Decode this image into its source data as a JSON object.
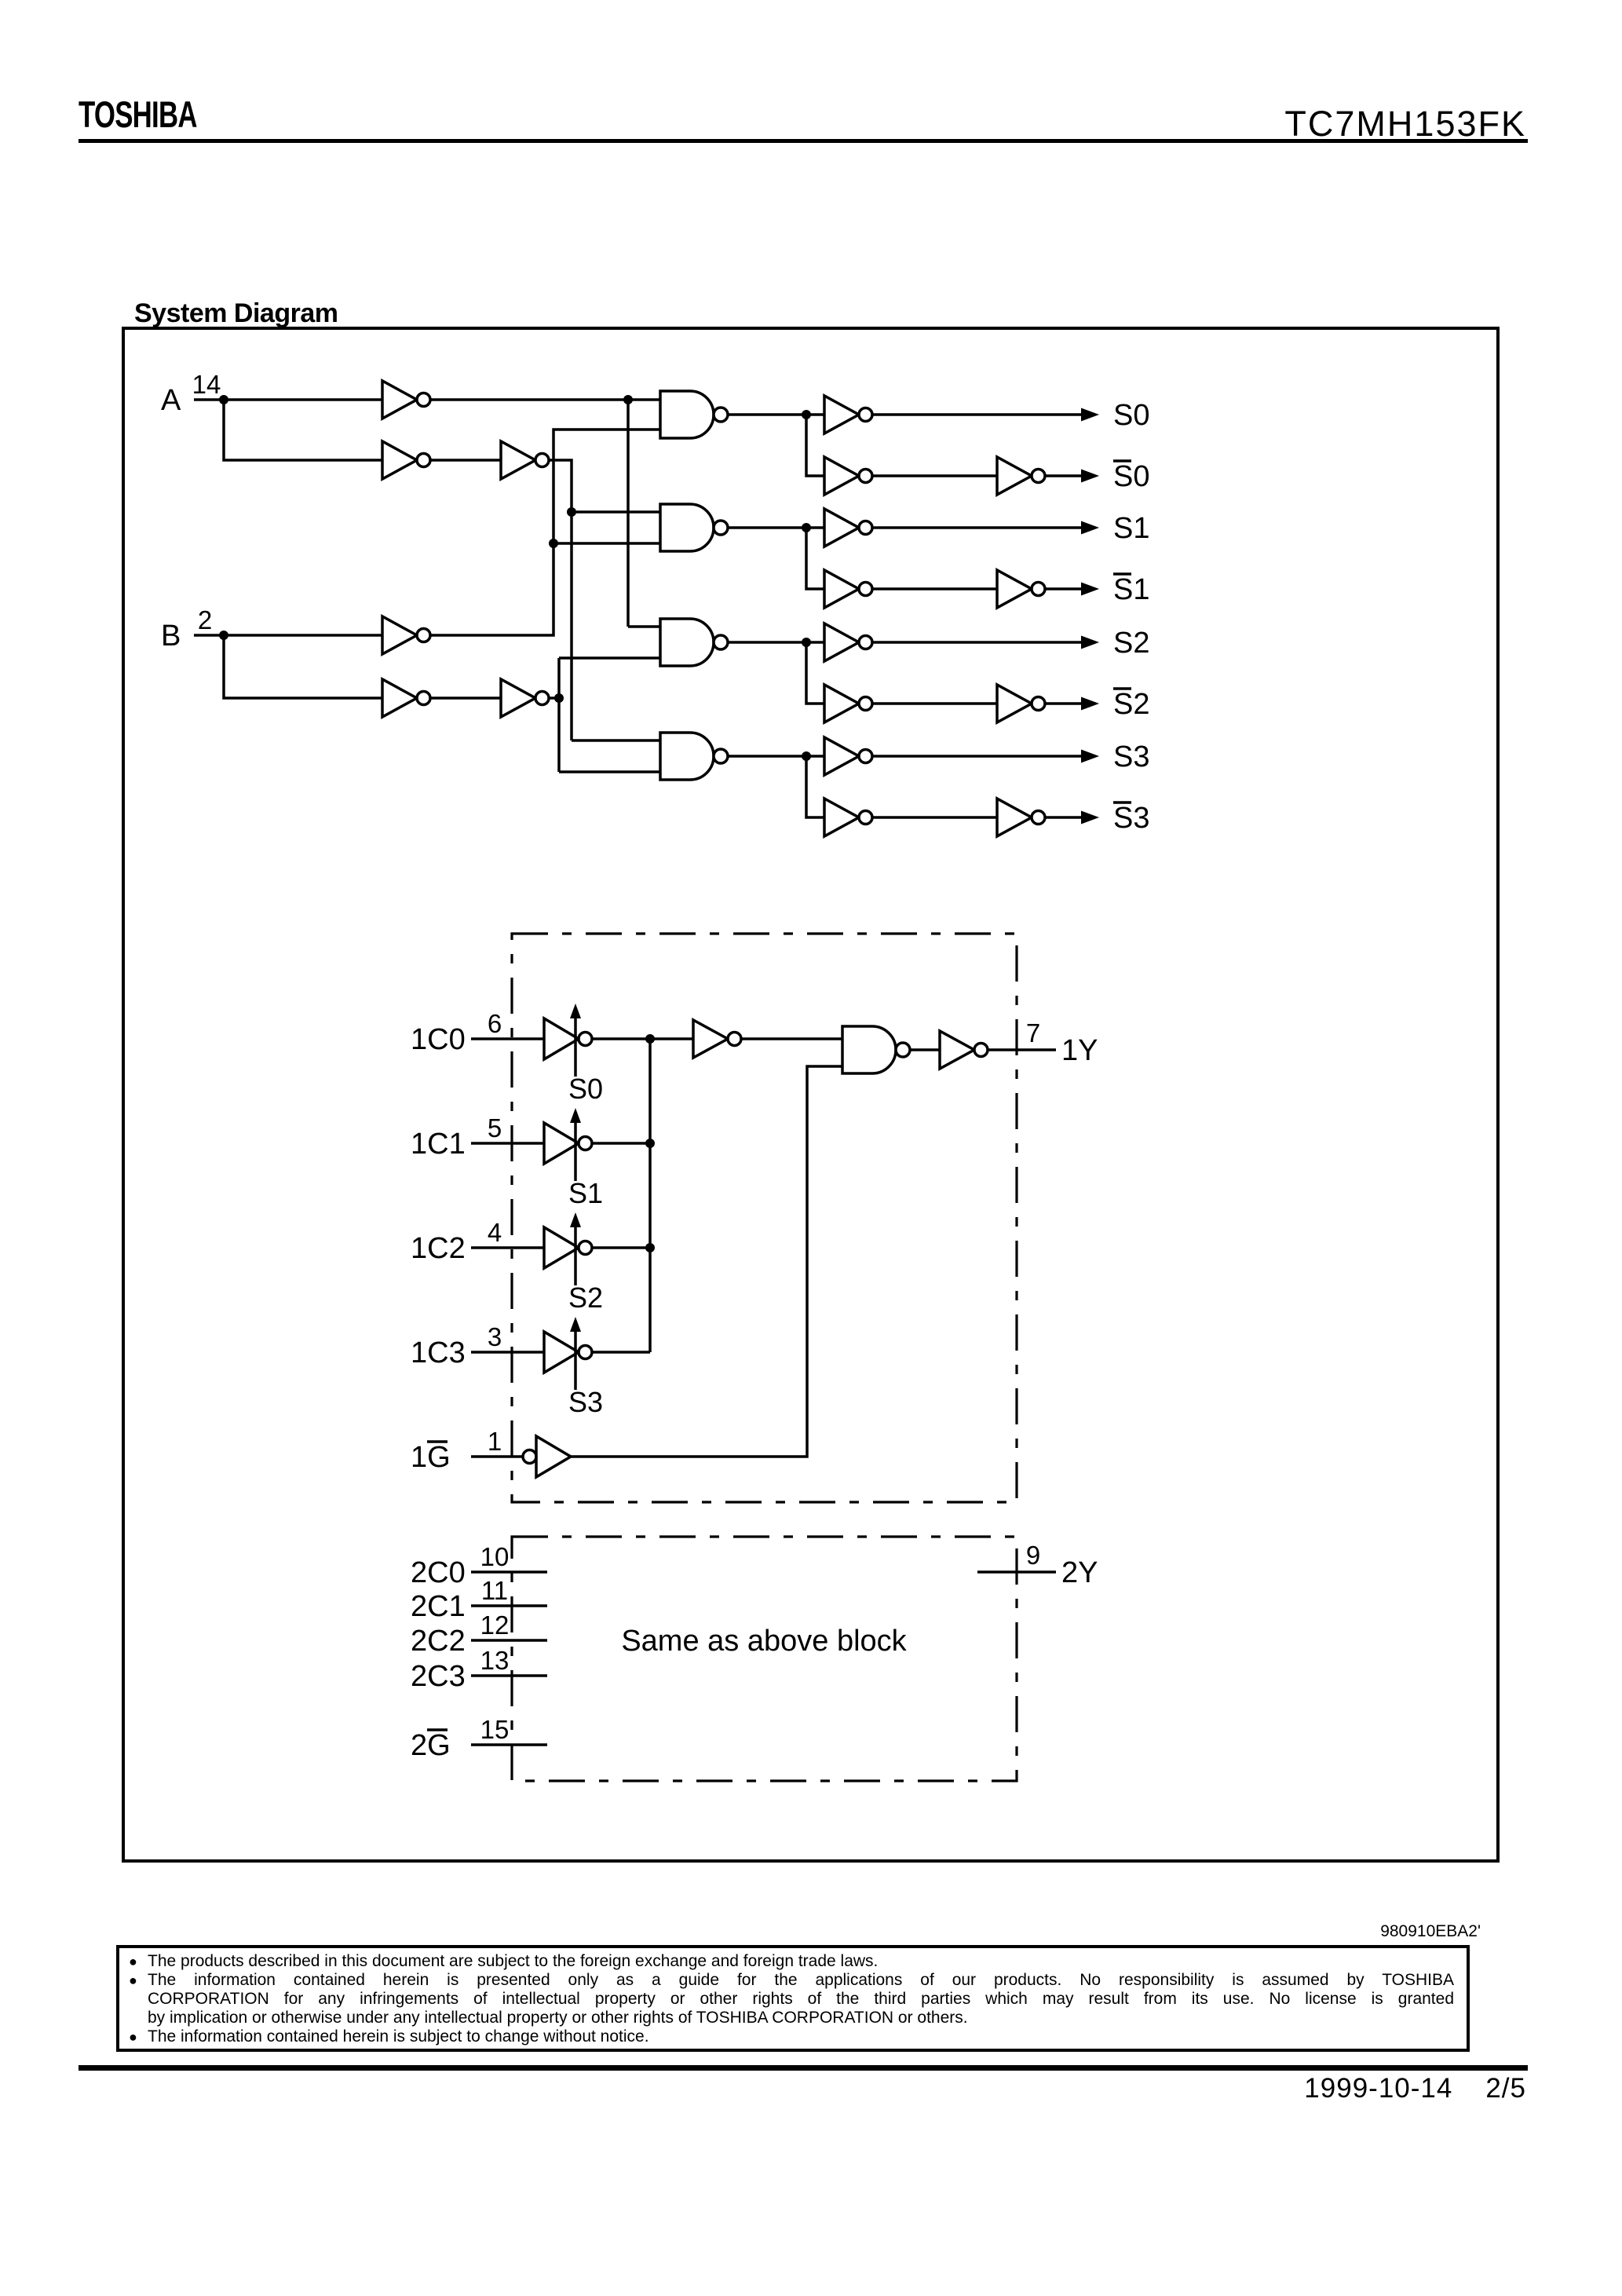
{
  "header": {
    "brand": "TOSHIBA",
    "part_number": "TC7MH153FK"
  },
  "section_title": "System Diagram",
  "diagram": {
    "select_inputs": [
      {
        "label": "A",
        "pin": "14"
      },
      {
        "label": "B",
        "pin": "2"
      }
    ],
    "select_lines": [
      "S0",
      "S1",
      "S2",
      "S3"
    ],
    "select_lines_complement": [
      "S0",
      "S1",
      "S2",
      "S3"
    ],
    "mux1": {
      "data_inputs": [
        {
          "label": "1C0",
          "pin": "6",
          "select": "S0"
        },
        {
          "label": "1C1",
          "pin": "5",
          "select": "S1"
        },
        {
          "label": "1C2",
          "pin": "4",
          "select": "S2"
        },
        {
          "label": "1C3",
          "pin": "3",
          "select": "S3"
        }
      ],
      "enable": {
        "label": "1G",
        "pin": "1",
        "overline": true
      },
      "output": {
        "label": "1Y",
        "pin": "7"
      }
    },
    "mux2": {
      "data_inputs": [
        {
          "label": "2C0",
          "pin": "10"
        },
        {
          "label": "2C1",
          "pin": "11"
        },
        {
          "label": "2C2",
          "pin": "12"
        },
        {
          "label": "2C3",
          "pin": "13"
        }
      ],
      "enable": {
        "label": "2G",
        "pin": "15",
        "overline": true
      },
      "output": {
        "label": "2Y",
        "pin": "9"
      },
      "note": "Same as above block"
    }
  },
  "footer": {
    "document_code": "980910EBA2'",
    "bullet": "●",
    "notice_lines": [
      {
        "bullet": true,
        "text": "The products described in this document are subject to the foreign exchange and foreign trade laws."
      },
      {
        "bullet": true,
        "text": "The information contained herein is presented only as a guide for the applications of our products. No responsibility is assumed by TOSHIBA"
      },
      {
        "bullet": false,
        "text": "CORPORATION for any infringements of intellectual property or other rights of the third parties which may result from its use. No license is granted"
      },
      {
        "bullet": false,
        "text": "by implication or otherwise under any intellectual property or other rights of TOSHIBA CORPORATION or others."
      },
      {
        "bullet": true,
        "text": "The information contained herein is subject to change without notice."
      }
    ],
    "date": "1999-10-14",
    "page": "2/5"
  }
}
